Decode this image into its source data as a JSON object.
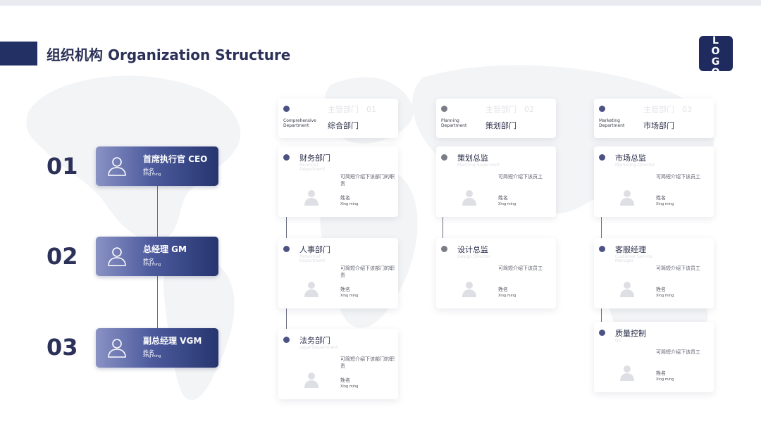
{
  "header": {
    "title": "组织机构 Organization Structure"
  },
  "logo": {
    "lines": [
      "L",
      "O",
      "G",
      "O"
    ]
  },
  "levels": [
    {
      "num": "01",
      "role": "首席执行官 CEO",
      "name_cn": "姓名",
      "name_en": "Xing ming"
    },
    {
      "num": "02",
      "role": "总经理 GM",
      "name_cn": "姓名",
      "name_en": "Xing ming"
    },
    {
      "num": "03",
      "role": "副总经理 VGM",
      "name_cn": "姓名",
      "name_en": "Xing ming"
    }
  ],
  "columns": [
    {
      "tag": "主管部门　01",
      "en": "Comprehensive Department",
      "cn": "综合部门",
      "items": [
        {
          "name": "财务部门",
          "en": "Financial Department",
          "desc": "可简短介绍下该部门的职责",
          "person_cn": "姓名",
          "person_en": "Xing ming"
        },
        {
          "name": "人事部门",
          "en": "Personnel Department",
          "desc": "可简短介绍下该部门的职责",
          "person_cn": "姓名",
          "person_en": "Xing ming"
        },
        {
          "name": "法务部门",
          "en": "Legal Department",
          "desc": "可简短介绍下该部门的职责",
          "person_cn": "姓名",
          "person_en": "Xing ming"
        }
      ]
    },
    {
      "tag": "主管部门　02",
      "en": "Planning Department",
      "cn": "策划部门",
      "items": [
        {
          "name": "策划总监",
          "en": "Planning Supervisor",
          "desc": "可简短介绍下该员工",
          "person_cn": "姓名",
          "person_en": "Xing ming"
        },
        {
          "name": "设计总监",
          "en": "Design Director",
          "desc": "可简短介绍下该员工",
          "person_cn": "姓名",
          "person_en": "Xing ming"
        }
      ]
    },
    {
      "tag": "主管部门　03",
      "en": "Marketing Department",
      "cn": "市场部门",
      "items": [
        {
          "name": "市场总监",
          "en": "Marketing Director",
          "desc": "可简短介绍下该员工",
          "person_cn": "姓名",
          "person_en": "Xing ming"
        },
        {
          "name": "客服经理",
          "en": "Customer Service Manager",
          "desc": "可简短介绍下该员工",
          "person_cn": "姓名",
          "person_en": "Xing ming"
        },
        {
          "name": "质量控制",
          "en": "QC",
          "desc": "可简短介绍下该员工",
          "person_cn": "姓名",
          "person_en": "Xing ming"
        }
      ]
    }
  ]
}
